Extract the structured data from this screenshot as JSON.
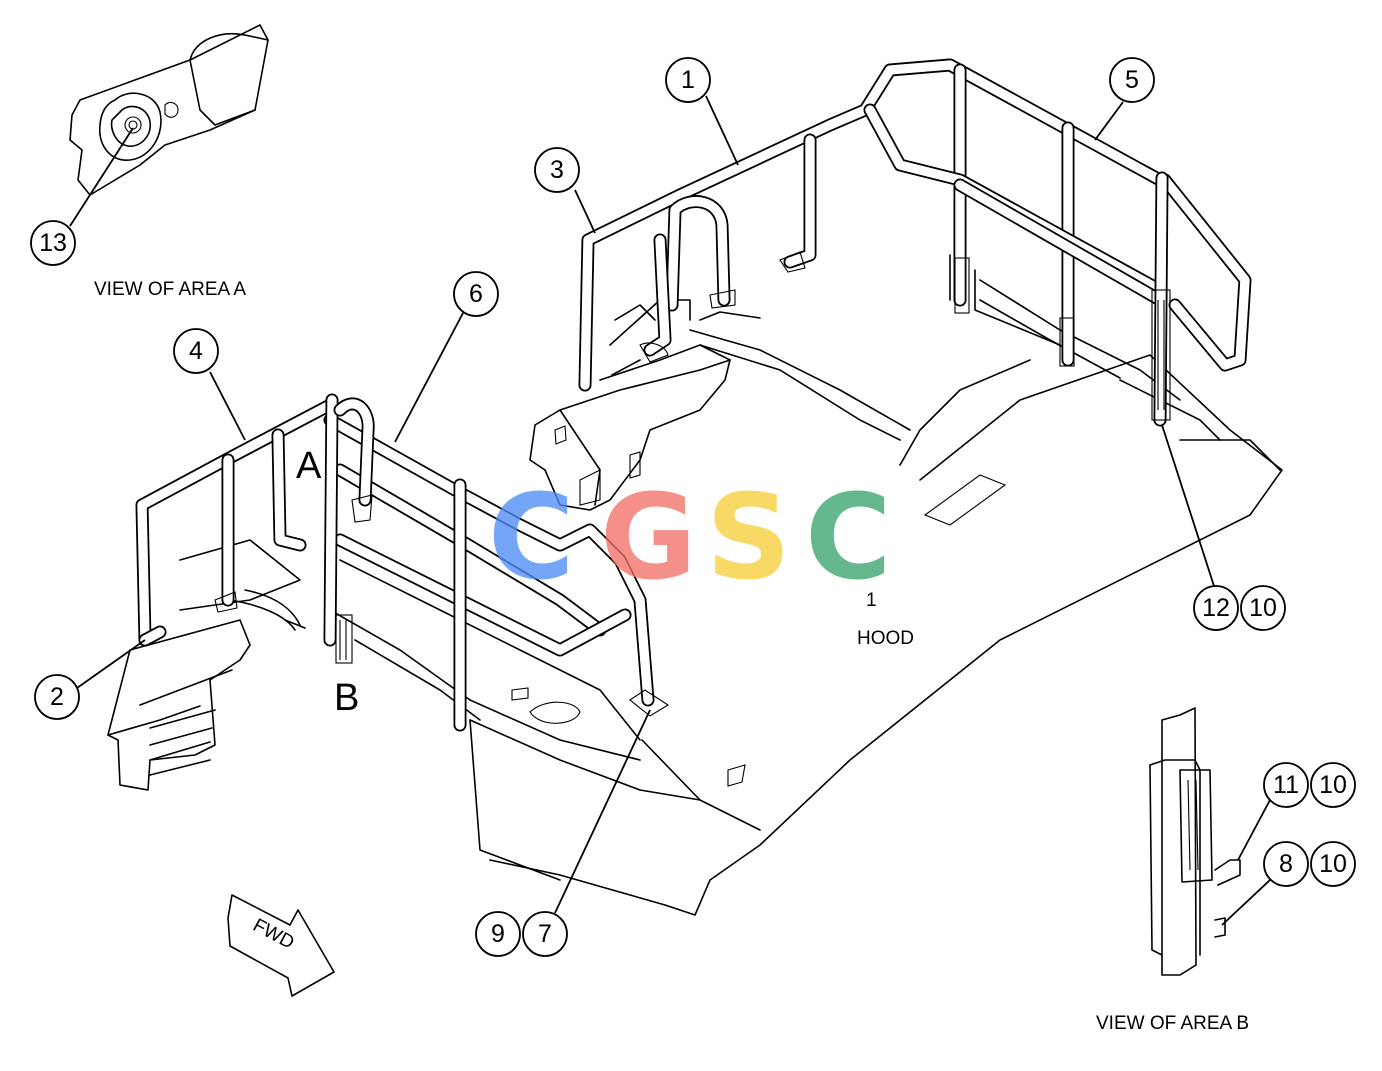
{
  "labels": {
    "view_area_a": "VIEW OF AREA A",
    "view_area_b": "VIEW OF AREA B",
    "hood": "HOOD",
    "hood_index": "1",
    "area_a_letter": "A",
    "area_b_letter": "B",
    "fwd_arrow": "FWD"
  },
  "callouts": {
    "c1": "1",
    "c2": "2",
    "c3": "3",
    "c4": "4",
    "c5": "5",
    "c6": "6",
    "c7": "7",
    "c8": "8",
    "c9": "9",
    "c10a": "10",
    "c10b": "10",
    "c10c": "10",
    "c11": "11",
    "c12": "12",
    "c13": "13"
  },
  "watermark": {
    "letters": [
      "C",
      "G",
      "S",
      "C"
    ],
    "colors": [
      "#4f8df5",
      "#f2706a",
      "#f7cf3b",
      "#3aa56f"
    ]
  }
}
